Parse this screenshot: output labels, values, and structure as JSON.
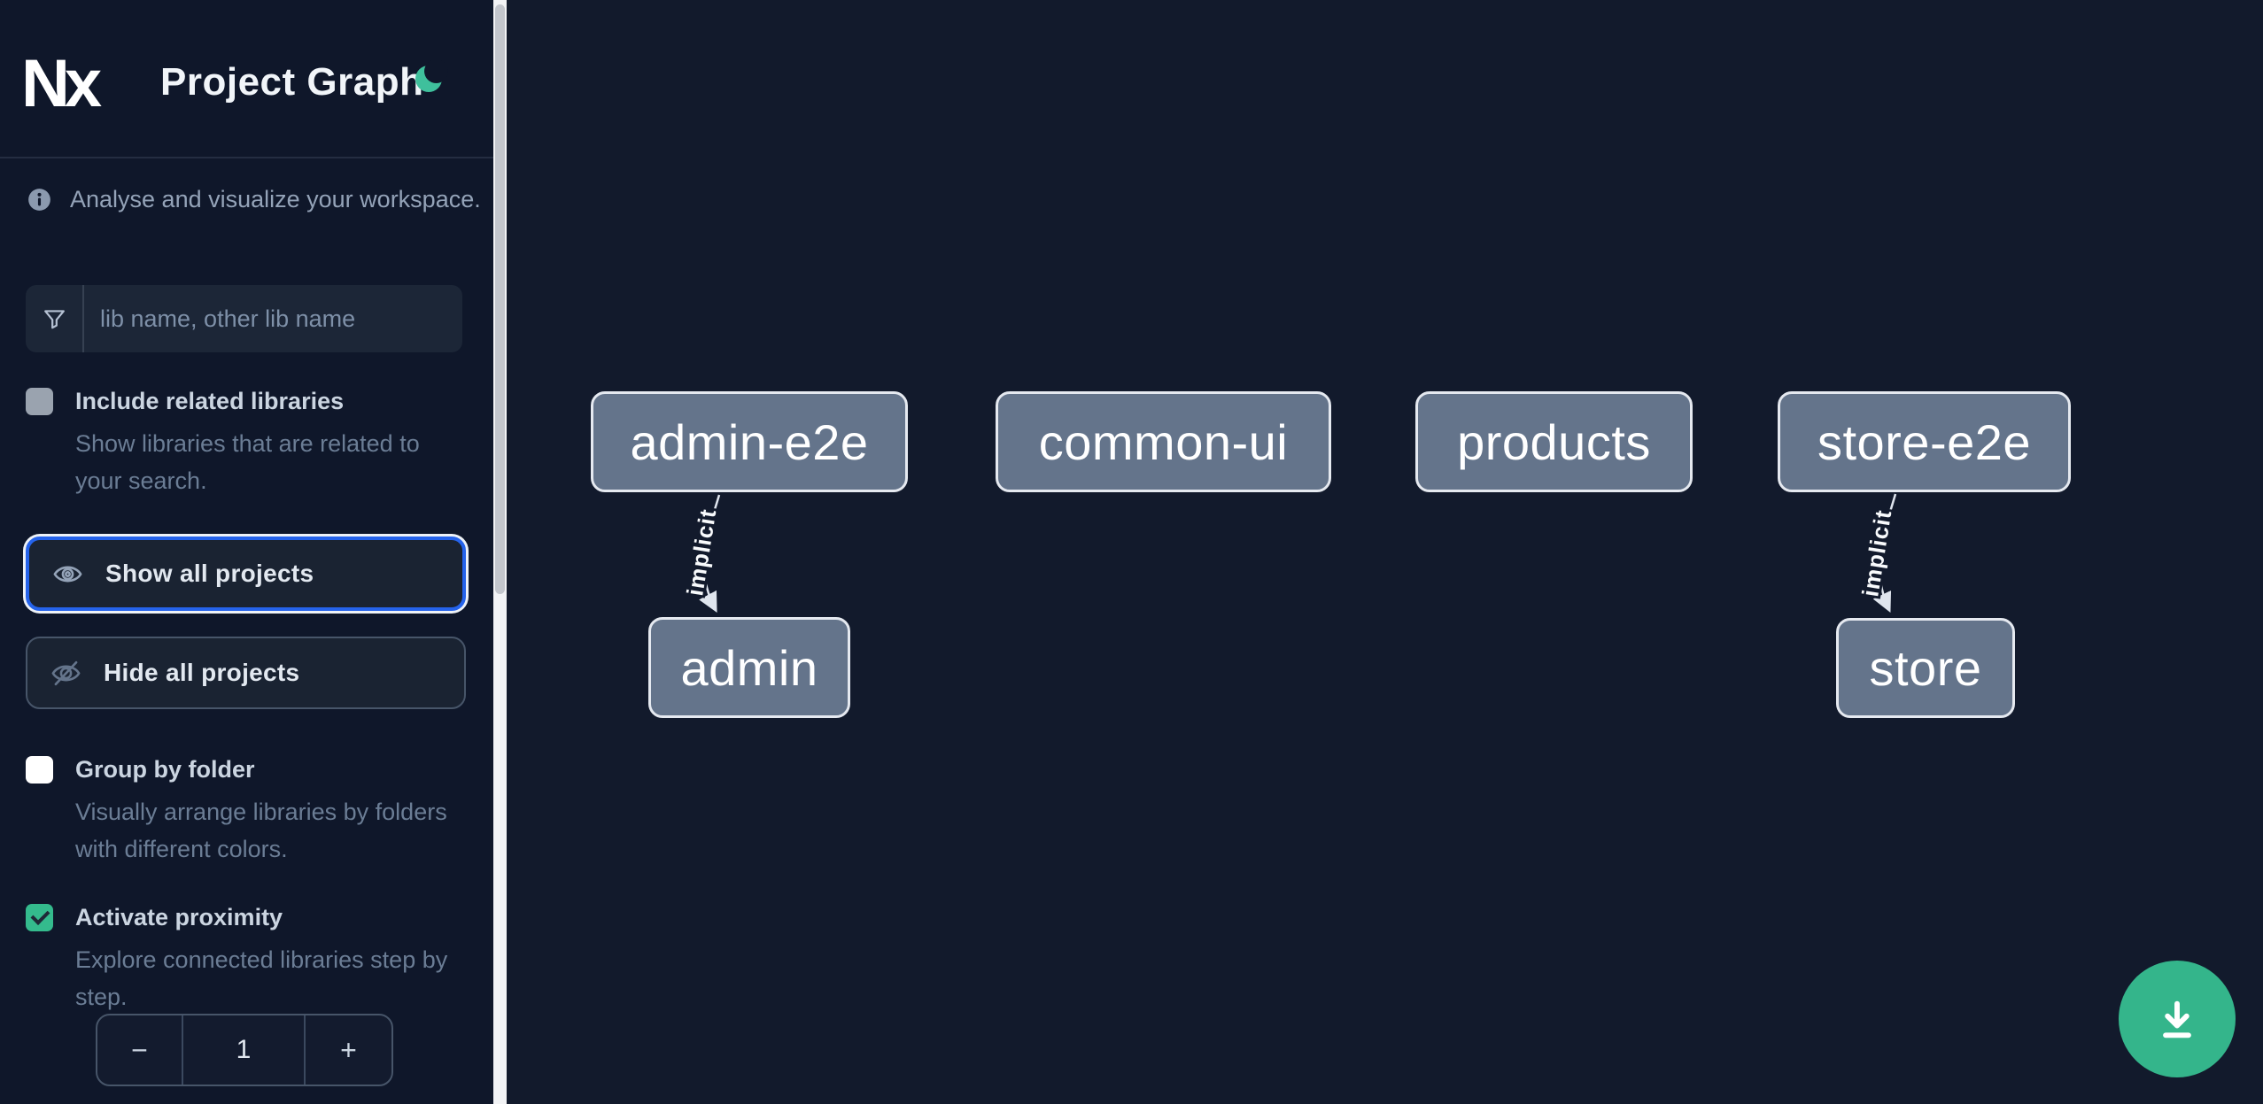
{
  "app": {
    "logo_text": "Nx",
    "title": "Project Graph"
  },
  "sidebar": {
    "tagline": "Analyse and visualize your workspace.",
    "filter": {
      "placeholder": "lib name, other lib name",
      "icon": "funnel-icon"
    },
    "options": [
      {
        "label": "Include related libraries",
        "description": "Show libraries that are related to your search.",
        "checked": false,
        "disabled": true
      },
      {
        "label": "Group by folder",
        "description": "Visually arrange libraries by folders with different colors.",
        "checked": false,
        "disabled": false
      },
      {
        "label": "Activate proximity",
        "description": "Explore connected libraries step by step.",
        "checked": true,
        "disabled": false
      }
    ],
    "actions": [
      {
        "label": "Show all projects",
        "icon": "eye-icon",
        "focused": true
      },
      {
        "label": "Hide all projects",
        "icon": "eye-slash-icon",
        "focused": false
      }
    ],
    "stepper": {
      "decrement": "−",
      "value": "1",
      "increment": "+"
    }
  },
  "graph": {
    "nodes": [
      {
        "id": "admin-e2e",
        "label": "admin-e2e"
      },
      {
        "id": "common-ui",
        "label": "common-ui"
      },
      {
        "id": "products",
        "label": "products"
      },
      {
        "id": "store-e2e",
        "label": "store-e2e"
      },
      {
        "id": "admin",
        "label": "admin"
      },
      {
        "id": "store",
        "label": "store"
      }
    ],
    "edges": [
      {
        "source": "admin-e2e",
        "target": "admin",
        "type": "implicit",
        "label": "implicit"
      },
      {
        "source": "store-e2e",
        "target": "store",
        "type": "implicit",
        "label": "implicit"
      }
    ]
  },
  "download": {
    "icon": "download-icon"
  },
  "colors": {
    "sidebar_bg": "#0f172a",
    "canvas_bg": "#121a2c",
    "accent_green": "#34bb8d",
    "moon_green": "#3fc09c",
    "download_green": "#34b58b",
    "focus_blue": "#2563eb",
    "node_fill": "#64748b",
    "node_border": "#e5e9f0",
    "edge_color": "#dfe5ee"
  }
}
